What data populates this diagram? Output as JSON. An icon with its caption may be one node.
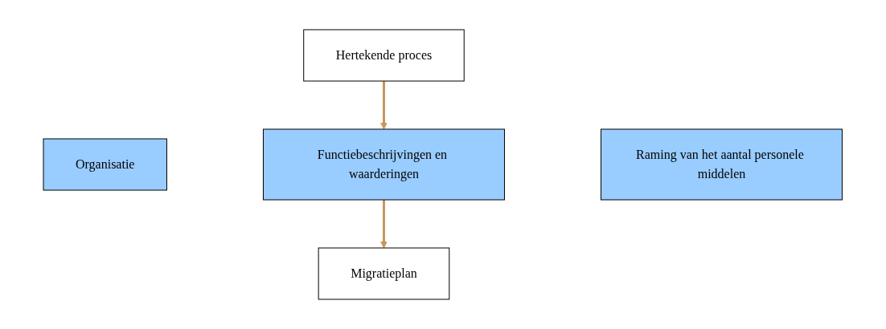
{
  "diagram": {
    "nodes": [
      {
        "text": [
          "Hertekende proces"
        ]
      },
      {
        "text": [
          "Organisatie"
        ]
      },
      {
        "text": [
          "Functiebeschrijvingen en waarderingen"
        ]
      },
      {
        "text": [
          "Raming van het aantal personele middelen"
        ]
      },
      {
        "text": [
          "Migratieplan"
        ]
      }
    ],
    "edges": [
      {
        "from": 0,
        "to": 2,
        "arrow": "to"
      },
      {
        "from": 2,
        "to": 4,
        "arrow": "to"
      }
    ]
  }
}
